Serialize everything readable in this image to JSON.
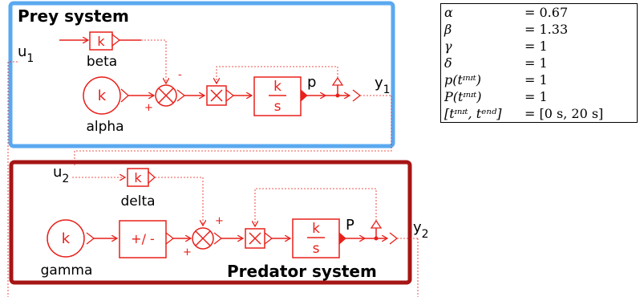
{
  "colors": {
    "prey_border": "#5aa9f0",
    "predator_border": "#a61515",
    "signal": "#e8201a",
    "text": "#000000"
  },
  "prey": {
    "title": "Prey system",
    "u_label": "u",
    "u_sub": "1",
    "beta_gain": "k",
    "beta_label": "beta",
    "alpha_gain": "k",
    "alpha_label": "alpha",
    "sum_sign_top": "-",
    "sum_sign_bottom": "+",
    "integrator_num": "k",
    "integrator_den": "s",
    "state_label": "p",
    "y_label": "y",
    "y_sub": "1"
  },
  "predator": {
    "title": "Predator system",
    "u_label": "u",
    "u_sub": "2",
    "delta_gain": "k",
    "delta_label": "delta",
    "gamma_gain": "k",
    "gamma_label": "gamma",
    "inverter": "+/ -",
    "sum_sign_top": "+",
    "sum_sign_bottom": "+",
    "integrator_num": "k",
    "integrator_den": "s",
    "state_label": "P",
    "y_label": "y",
    "y_sub": "2"
  },
  "parameters": [
    {
      "symbol": "α",
      "value": "= 0.67"
    },
    {
      "symbol": "β",
      "value": "= 1.33"
    },
    {
      "symbol": "γ",
      "value": "= 1"
    },
    {
      "symbol": "δ",
      "value": "= 1"
    },
    {
      "symbol": "p(tᶦⁿᶦᵗ)",
      "value": "= 1"
    },
    {
      "symbol": "P(tᶦⁿᶦᵗ)",
      "value": "= 1"
    },
    {
      "symbol": "[tᶦⁿᶦᵗ, tᵉⁿᵈ]",
      "value": "= [0 s,  20 s]"
    }
  ]
}
